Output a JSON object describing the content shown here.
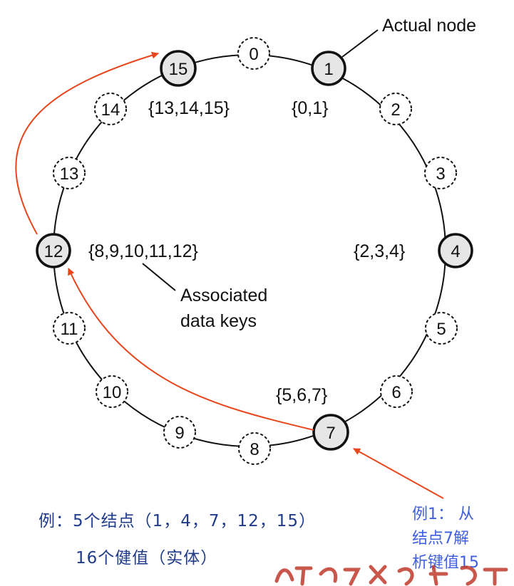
{
  "nodes": [
    {
      "id": "0",
      "actual": false
    },
    {
      "id": "1",
      "actual": true
    },
    {
      "id": "2",
      "actual": false
    },
    {
      "id": "3",
      "actual": false
    },
    {
      "id": "4",
      "actual": true
    },
    {
      "id": "5",
      "actual": false
    },
    {
      "id": "6",
      "actual": false
    },
    {
      "id": "7",
      "actual": true
    },
    {
      "id": "8",
      "actual": false
    },
    {
      "id": "9",
      "actual": false
    },
    {
      "id": "10",
      "actual": false
    },
    {
      "id": "11",
      "actual": false
    },
    {
      "id": "12",
      "actual": true
    },
    {
      "id": "13",
      "actual": false
    },
    {
      "id": "14",
      "actual": false
    },
    {
      "id": "15",
      "actual": true
    }
  ],
  "key_sets": {
    "node_15": "{13,14,15}",
    "node_1": "{0,1}",
    "node_4": "{2,3,4}",
    "node_7": "{5,6,7}",
    "node_12": "{8,9,10,11,12}"
  },
  "callouts": {
    "actual_node": "Actual node",
    "associated_line1": "Associated",
    "associated_line2": "data keys"
  },
  "captions": {
    "line1": "例：5个结点（1，4，7，12，15）",
    "line2": "16个健值（实体）"
  },
  "example": {
    "line1": "例1：  从",
    "line2": "结点7解",
    "line3": "析键值15"
  },
  "colors": {
    "arrow": "#e8461c",
    "actual_fill": "#e6e6e6",
    "caption": "#1f3b8a",
    "example": "#3f5fe0",
    "watermark": "#c0392b"
  }
}
